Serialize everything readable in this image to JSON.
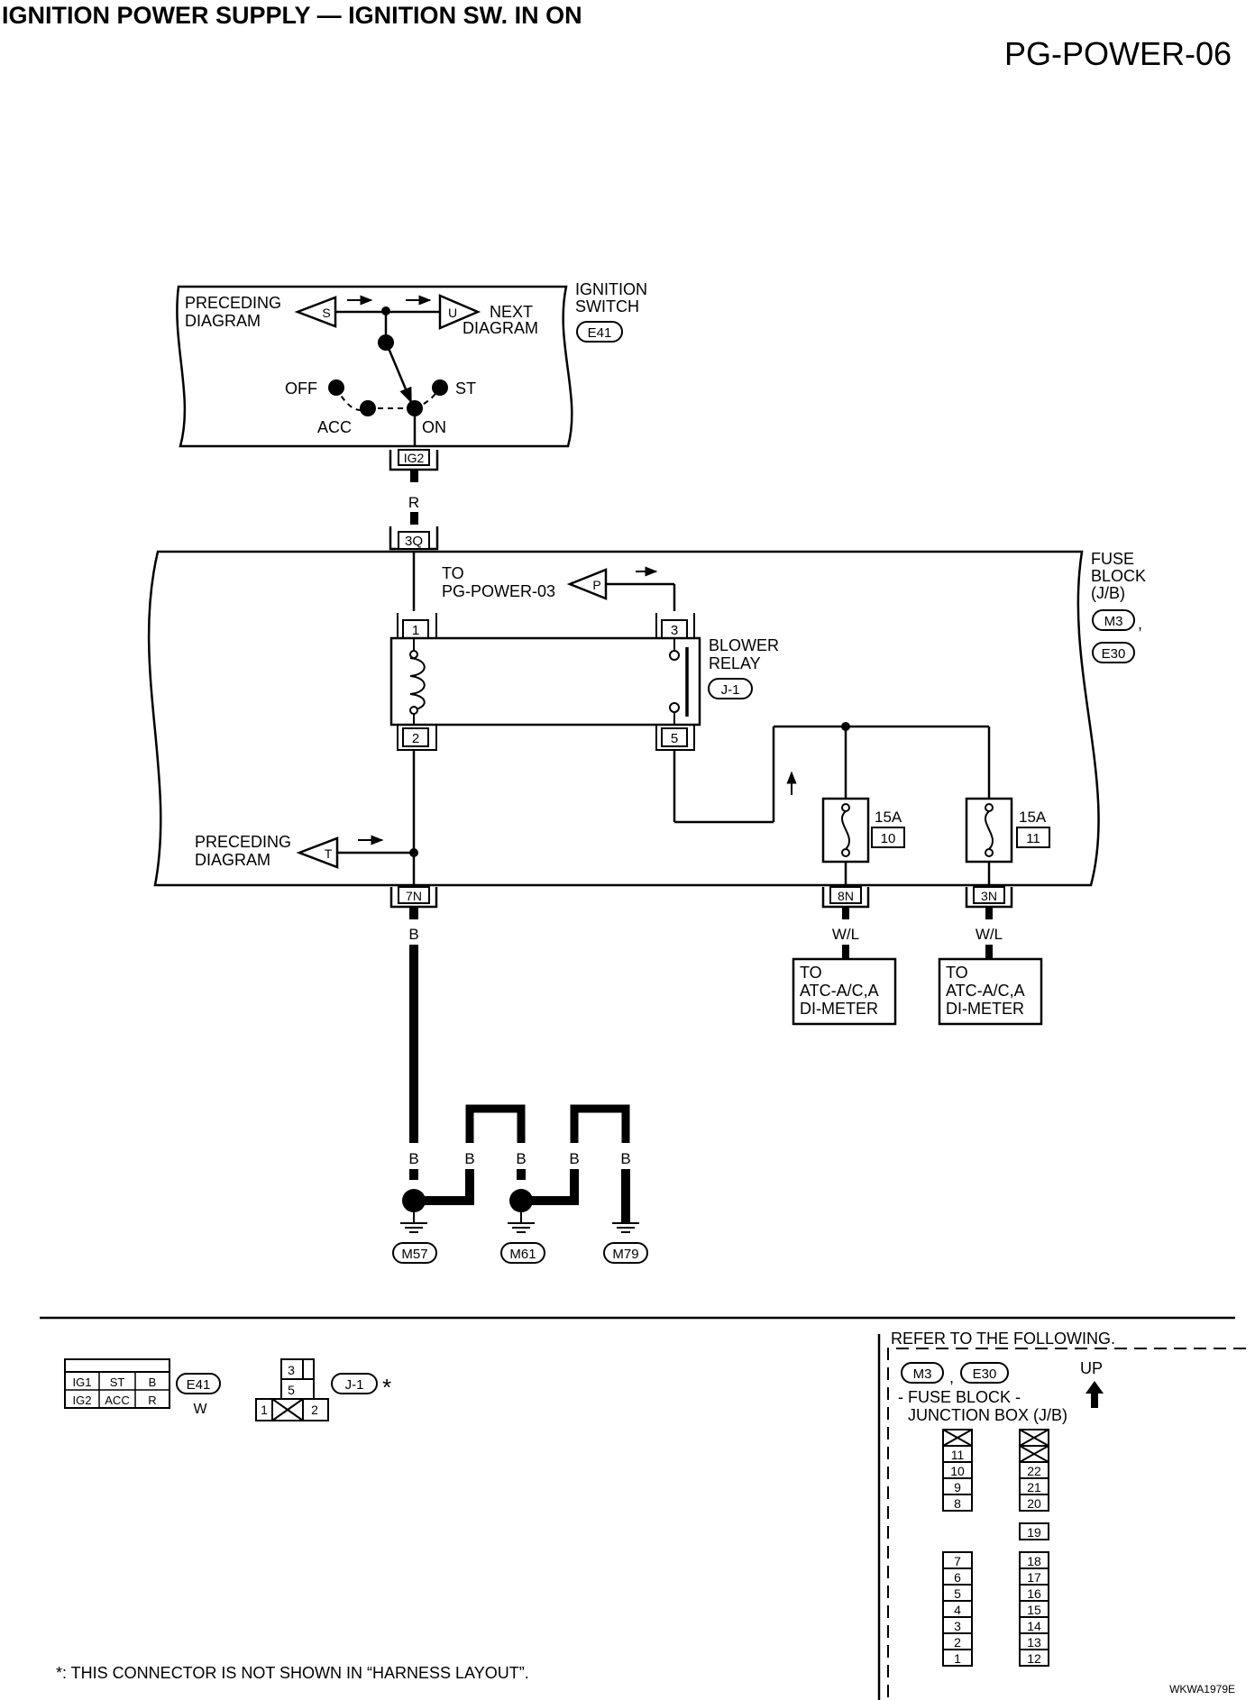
{
  "header": {
    "title": "IGNITION POWER SUPPLY — IGNITION SW. IN ON",
    "page_code": "PG-POWER-06"
  },
  "ignition_switch": {
    "label_line1": "IGNITION",
    "label_line2": "SWITCH",
    "connector": "E41",
    "preceding_line1": "PRECEDING",
    "preceding_line2": "DIAGRAM",
    "preceding_marker": "S",
    "next_line1": "NEXT",
    "next_line2": "DIAGRAM",
    "next_marker": "U",
    "positions": {
      "off": "OFF",
      "acc": "ACC",
      "on": "ON",
      "st": "ST"
    },
    "terminal": "IG2"
  },
  "wire_r": "R",
  "fuse_block": {
    "label_line1": "FUSE",
    "label_line2": "BLOCK",
    "label_line3": "(J/B)",
    "connector_a": "M3",
    "connector_b": "E30",
    "in_terminal": "3Q",
    "to_line1": "TO",
    "to_line2": "PG-POWER-03",
    "to_marker": "P",
    "relay": {
      "label_line1": "BLOWER",
      "label_line2": "RELAY",
      "connector": "J-1",
      "pins": {
        "p1": "1",
        "p2": "2",
        "p3": "3",
        "p5": "5"
      }
    },
    "preceding_line1": "PRECEDING",
    "preceding_line2": "DIAGRAM",
    "preceding_marker": "T",
    "fuses": [
      {
        "rating": "15A",
        "number": "10",
        "out_terminal": "8N"
      },
      {
        "rating": "15A",
        "number": "11",
        "out_terminal": "3N"
      }
    ],
    "ground_terminal": "7N"
  },
  "wires": {
    "b": "B",
    "wl": "W/L"
  },
  "destinations": [
    {
      "line1": "TO",
      "line2": "ATC-A/C,A",
      "line3": "DI-METER"
    },
    {
      "line1": "TO",
      "line2": "ATC-A/C,A",
      "line3": "DI-METER"
    }
  ],
  "grounds": [
    "M57",
    "M61",
    "M79"
  ],
  "connector_views": {
    "e41": {
      "row1": [
        "IG1",
        "ST",
        "B"
      ],
      "row2": [
        "IG2",
        "ACC",
        "R"
      ],
      "id": "E41",
      "color": "W"
    },
    "j1": {
      "top": "3",
      "middle": "5",
      "left": "1",
      "right": "2",
      "id": "J-1",
      "star": "*"
    }
  },
  "footnote": "*: THIS CONNECTOR IS NOT SHOWN IN “HARNESS LAYOUT”.",
  "refer": {
    "title": "REFER TO THE FOLLOWING.",
    "conn_a": "M3",
    "conn_b": "E30",
    "desc_line1": "- FUSE BLOCK -",
    "desc_line2": "JUNCTION BOX (J/B)",
    "up": "UP",
    "left_col_top": [
      "11",
      "10",
      "9",
      "8"
    ],
    "left_col_bottom": [
      "7",
      "6",
      "5",
      "4",
      "3",
      "2",
      "1"
    ],
    "right_col_top": [
      "22",
      "21",
      "20"
    ],
    "right_single": "19",
    "right_col_bottom": [
      "18",
      "17",
      "16",
      "15",
      "14",
      "13",
      "12"
    ]
  },
  "doc_code": "WKWA1979E"
}
